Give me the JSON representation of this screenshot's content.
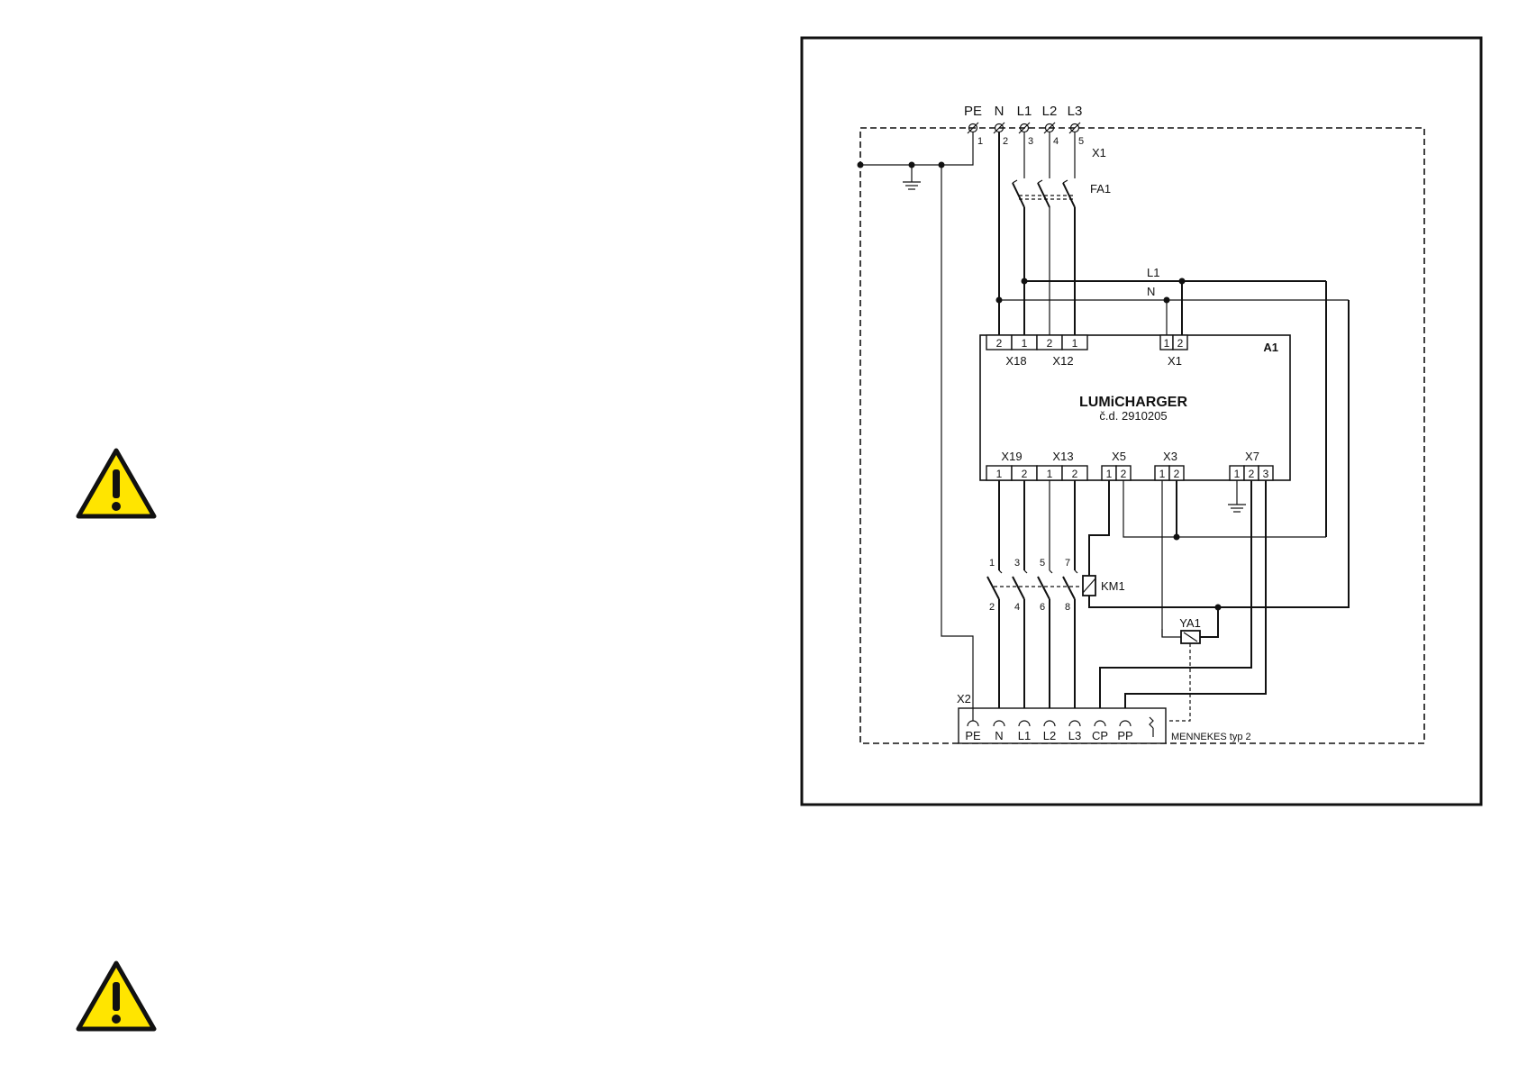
{
  "colors": {
    "warning_fill": "#FFE500",
    "ink": "#111111"
  },
  "icons": [
    "warning-triangle-icon",
    "warning-triangle-icon"
  ],
  "supply": {
    "labels": [
      "PE",
      "N",
      "L1",
      "L2",
      "L3"
    ],
    "pins": [
      "1",
      "2",
      "3",
      "4",
      "5"
    ],
    "terminal": "X1"
  },
  "breaker": {
    "label": "FA1"
  },
  "bus": {
    "l1": "L1",
    "n": "N"
  },
  "module": {
    "id": "A1",
    "name": "LUMiCHARGER",
    "code": "č.d. 2910205",
    "top_connectors": [
      {
        "label": "X18",
        "pins": [
          "2",
          "1"
        ]
      },
      {
        "label": "X12",
        "pins": [
          "2",
          "1"
        ]
      },
      {
        "label": "X1",
        "pins": [
          "1",
          "2"
        ]
      }
    ],
    "bottom_connectors": [
      {
        "label": "X19",
        "pins": [
          "1",
          "2"
        ]
      },
      {
        "label": "X13",
        "pins": [
          "1",
          "2"
        ]
      },
      {
        "label": "X5",
        "pins": [
          "1",
          "2"
        ]
      },
      {
        "label": "X3",
        "pins": [
          "1",
          "2"
        ]
      },
      {
        "label": "X7",
        "pins": [
          "1",
          "2",
          "3"
        ]
      }
    ]
  },
  "contactor": {
    "label": "KM1",
    "top_pins": [
      "1",
      "3",
      "5",
      "7"
    ],
    "bottom_pins": [
      "2",
      "4",
      "6",
      "8"
    ]
  },
  "actuator": {
    "label": "YA1"
  },
  "socket": {
    "terminal": "X2",
    "labels": [
      "PE",
      "N",
      "L1",
      "L2",
      "L3",
      "CP",
      "PP"
    ],
    "type": "MENNEKES typ 2"
  }
}
